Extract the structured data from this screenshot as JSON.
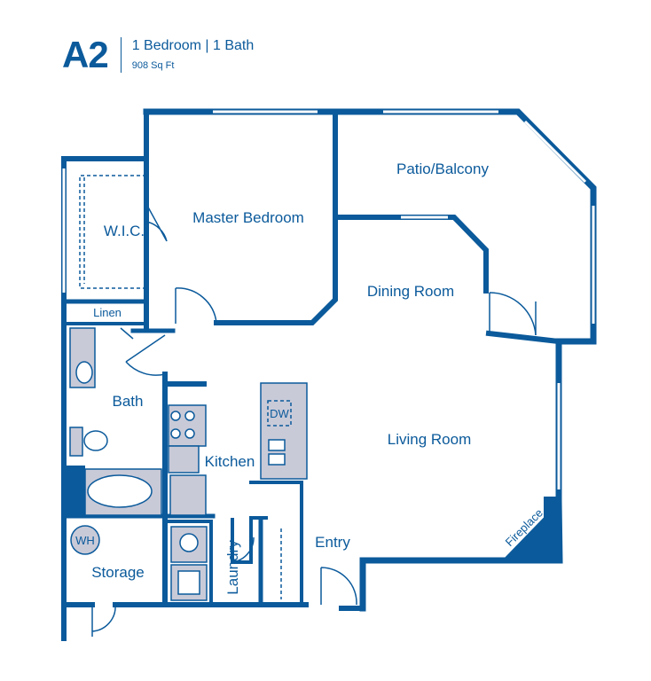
{
  "unit": {
    "name": "A2",
    "layout": "1 Bedroom | 1 Bath",
    "area": "908 Sq Ft"
  },
  "colors": {
    "wall": "#0b5a9b",
    "fixture_fill": "#c9cad8",
    "window": "#ffffff"
  },
  "rooms": {
    "wic": "W.I.C.",
    "master_bedroom": "Master Bedroom",
    "patio": "Patio/Balcony",
    "dining": "Dining Room",
    "linen": "Linen",
    "bath": "Bath",
    "kitchen": "Kitchen",
    "living": "Living Room",
    "laundry": "Laundry",
    "entry": "Entry",
    "storage": "Storage",
    "fireplace": "Fireplace"
  },
  "fixtures": {
    "dishwasher": "DW",
    "water_heater": "WH"
  }
}
